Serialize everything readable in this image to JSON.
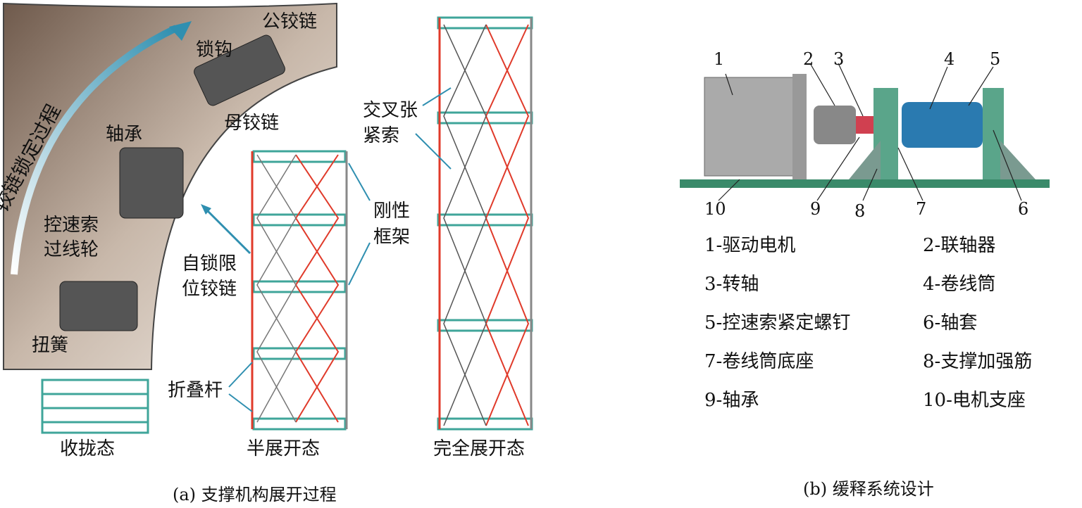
{
  "panel_a": {
    "arc_text": "铰链锁定过程",
    "labels": {
      "male_hinge": "公铰链",
      "lock_hook": "锁钩",
      "female_hinge": "母铰链",
      "bearing": "轴承",
      "pulley_1": "控速索",
      "pulley_2": "过线轮",
      "spring": "扭簧",
      "self_lock_1": "自锁限",
      "self_lock_2": "位铰链",
      "rigid_1": "刚性",
      "rigid_2": "框架",
      "cable_1": "交叉张",
      "cable_2": "紧索",
      "fold_rod": "折叠杆"
    },
    "states": {
      "stowed": "收拢态",
      "half": "半展开态",
      "full": "完全展开态"
    },
    "caption": "(a) 支撑机构展开过程"
  },
  "panel_b": {
    "numbers": [
      "1",
      "2",
      "3",
      "4",
      "5",
      "6",
      "7",
      "8",
      "9",
      "10"
    ],
    "legend": [
      "1-驱动电机",
      "2-联轴器",
      "3-转轴",
      "4-卷线筒",
      "5-控速索紧定螺钉",
      "6-轴套",
      "7-卷线筒底座",
      "8-支撑加强筋",
      "9-轴承",
      "10-电机支座"
    ],
    "caption": "(b) 缓释系统设计"
  },
  "colors": {
    "arc": "#8a7466",
    "frame": "#3fa59a",
    "cable_red": "#e03a2a",
    "arrow": "#2f8fb0"
  }
}
